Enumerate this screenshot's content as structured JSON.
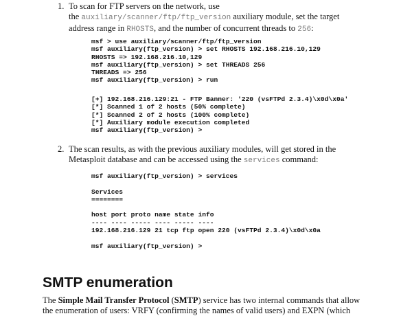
{
  "step1": {
    "number": "1.",
    "line1": "To scan for FTP servers on the network, use",
    "the": "the ",
    "module": "auxiliary/scanner/ftp/ftp_version",
    "line2_rest": " auxiliary module, set the target",
    "line3_start": "address range in ",
    "rhosts": "RHOSTS",
    "line3_mid": ", and the number of concurrent threads to ",
    "threads": "256",
    "line3_end": ":"
  },
  "code1": [
    "msf > use auxiliary/scanner/ftp/ftp_version",
    "msf auxiliary(ftp_version) > set RHOSTS 192.168.216.10,129",
    "RHOSTS => 192.168.216.10,129",
    "msf auxiliary(ftp_version) > set THREADS 256",
    "THREADS => 256",
    "msf auxiliary(ftp_version) > run"
  ],
  "code2": [
    "[+] 192.168.216.129:21 - FTP Banner: '220 (vsFTPd 2.3.4)\\x0d\\x0a'",
    "[*] Scanned 1 of 2 hosts (50% complete)",
    "[*] Scanned 2 of 2 hosts (100% complete)",
    "[*] Auxiliary module execution completed",
    "msf auxiliary(ftp_version) >"
  ],
  "step2": {
    "number": "2.",
    "line1": "The scan results, as with the previous auxiliary modules, will get stored in the",
    "line2_start": "Metasploit database and can be accessed using the ",
    "services": "services",
    "line2_end": " command:"
  },
  "code3": [
    "msf auxiliary(ftp_version) > services",
    "",
    "Services",
    "========",
    "",
    "host port proto name state info",
    "---- ---- ----- ---- ----- ----",
    "192.168.216.129 21 tcp ftp open 220 (vsFTPd 2.3.4)\\x0d\\x0a",
    "",
    "msf auxiliary(ftp_version) >"
  ],
  "section": {
    "heading": "SMTP enumeration",
    "para_start": "The ",
    "para_bold": "Simple Mail Transfer Protocol",
    "para_mid": " (",
    "para_bold2": "SMTP",
    "para_end": ") service has two internal commands that allow",
    "para_line2": "the enumeration of users: VRFY (confirming the names of valid users) and EXPN (which"
  }
}
